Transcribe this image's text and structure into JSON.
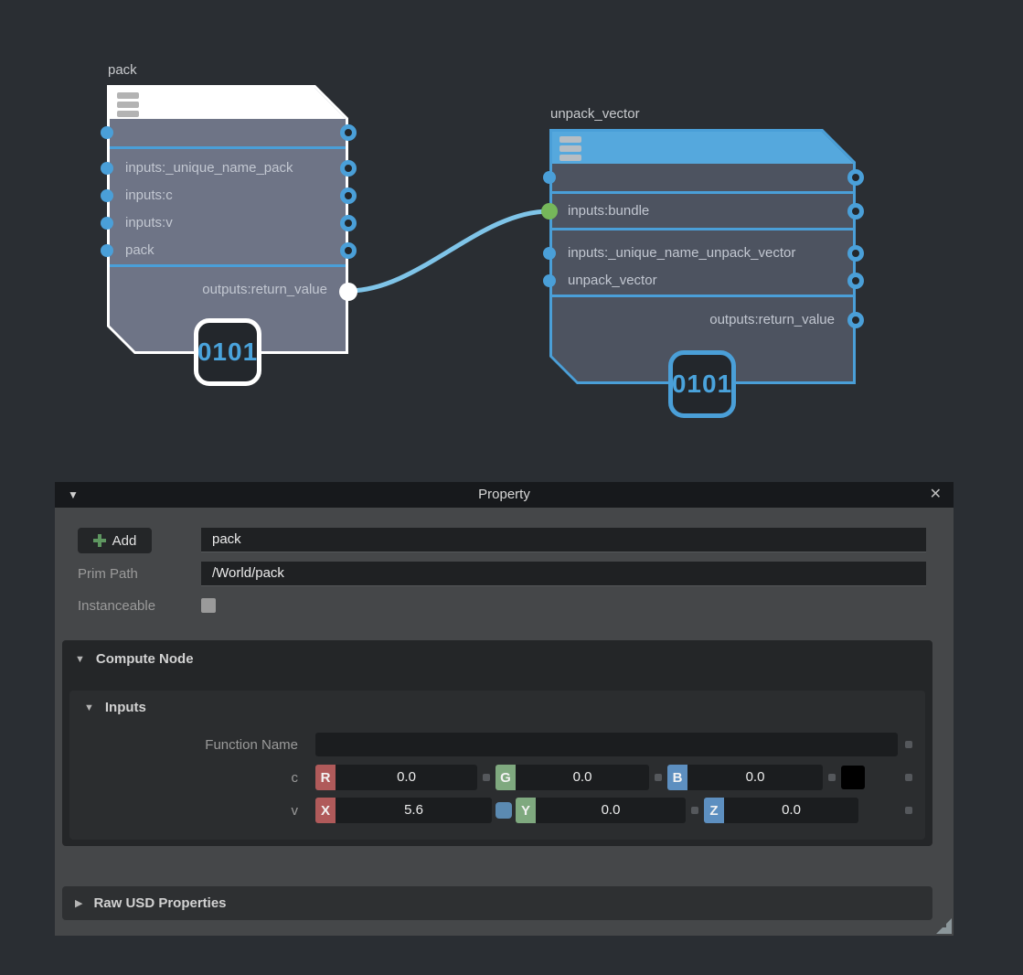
{
  "graph": {
    "nodes": [
      {
        "title": "pack",
        "badge": "0101",
        "inputs": [
          "inputs:_unique_name_pack",
          "inputs:c",
          "inputs:v",
          "pack"
        ],
        "output": "outputs:return_value"
      },
      {
        "title": "unpack_vector",
        "badge": "0101",
        "bundle_input": "inputs:bundle",
        "inputs": [
          "inputs:_unique_name_unpack_vector",
          "unpack_vector"
        ],
        "output": "outputs:return_value"
      }
    ]
  },
  "property_panel": {
    "title": "Property",
    "collapse_icon": "▼",
    "close_icon": "✕",
    "add_button_label": "Add",
    "name_value": "pack",
    "prim_path_label": "Prim Path",
    "prim_path_value": "/World/pack",
    "instanceable_label": "Instanceable",
    "compute_node": {
      "label": "Compute Node",
      "caret": "▼",
      "inputs": {
        "label": "Inputs",
        "caret": "▼",
        "function_name_label": "Function Name",
        "function_name_value": "",
        "c_row": {
          "label": "c",
          "channels": [
            {
              "badge": "R",
              "value": "0.0"
            },
            {
              "badge": "G",
              "value": "0.0"
            },
            {
              "badge": "B",
              "value": "0.0"
            }
          ],
          "swatch_color": "#000000"
        },
        "v_row": {
          "label": "v",
          "channels": [
            {
              "badge": "X",
              "value": "5.6"
            },
            {
              "badge": "Y",
              "value": "0.0"
            },
            {
              "badge": "Z",
              "value": "0.0"
            }
          ]
        }
      }
    },
    "raw_usd_label": "Raw USD Properties",
    "raw_usd_caret": "▶"
  },
  "colors": {
    "canvas_bg": "#2a2e33",
    "wire": "#7fc4e8",
    "port_blue": "#4a9fd8",
    "port_green": "#76b75a",
    "pack_selected_border": "#ffffff",
    "unpack_border": "#4a9fd8",
    "unpack_header": "#55a8dd",
    "badge_text": "#4aa3dc",
    "channel_r": "#b05a5a",
    "channel_g": "#7fa97f",
    "channel_b": "#5d8fc0",
    "v_link_square": "#5b8ab1"
  }
}
